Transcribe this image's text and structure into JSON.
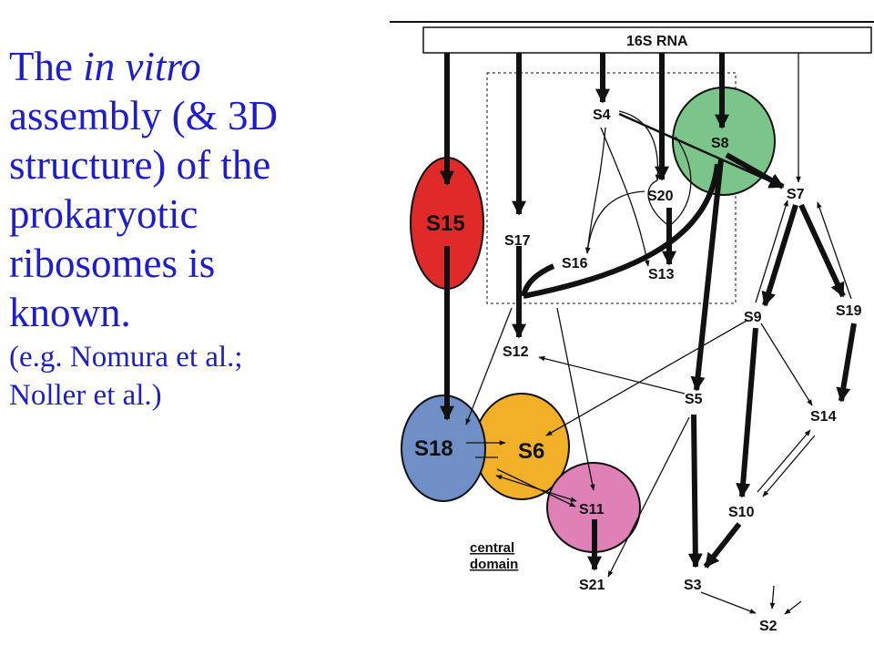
{
  "caption": {
    "line1_pre": "The ",
    "line1_em": "in vitro",
    "line2": "assembly (& 3D",
    "line3": "structure) of the",
    "line4": "prokaryotic",
    "line5": "ribosomes is",
    "line6": "known.",
    "line7": "(e.g. Nomura et al.;",
    "line8": "Noller et al.)"
  },
  "diagram": {
    "rna_label": "16S RNA",
    "central_domain_line1": "central",
    "central_domain_line2": "domain",
    "proteins": {
      "s4": "S4",
      "s8": "S8",
      "s7": "S7",
      "s20": "S20",
      "s15": "S15",
      "s17": "S17",
      "s16": "S16",
      "s13": "S13",
      "s12": "S12",
      "s9": "S9",
      "s19": "S19",
      "s5": "S5",
      "s14": "S14",
      "s18": "S18",
      "s6": "S6",
      "s11": "S11",
      "s10": "S10",
      "s21": "S21",
      "s3": "S3",
      "s2": "S2"
    },
    "colors": {
      "s15": "#e02a2a",
      "s18": "#6f8fc6",
      "s6": "#f2b029",
      "s11": "#df80b6",
      "s8": "#7cc58a"
    }
  }
}
